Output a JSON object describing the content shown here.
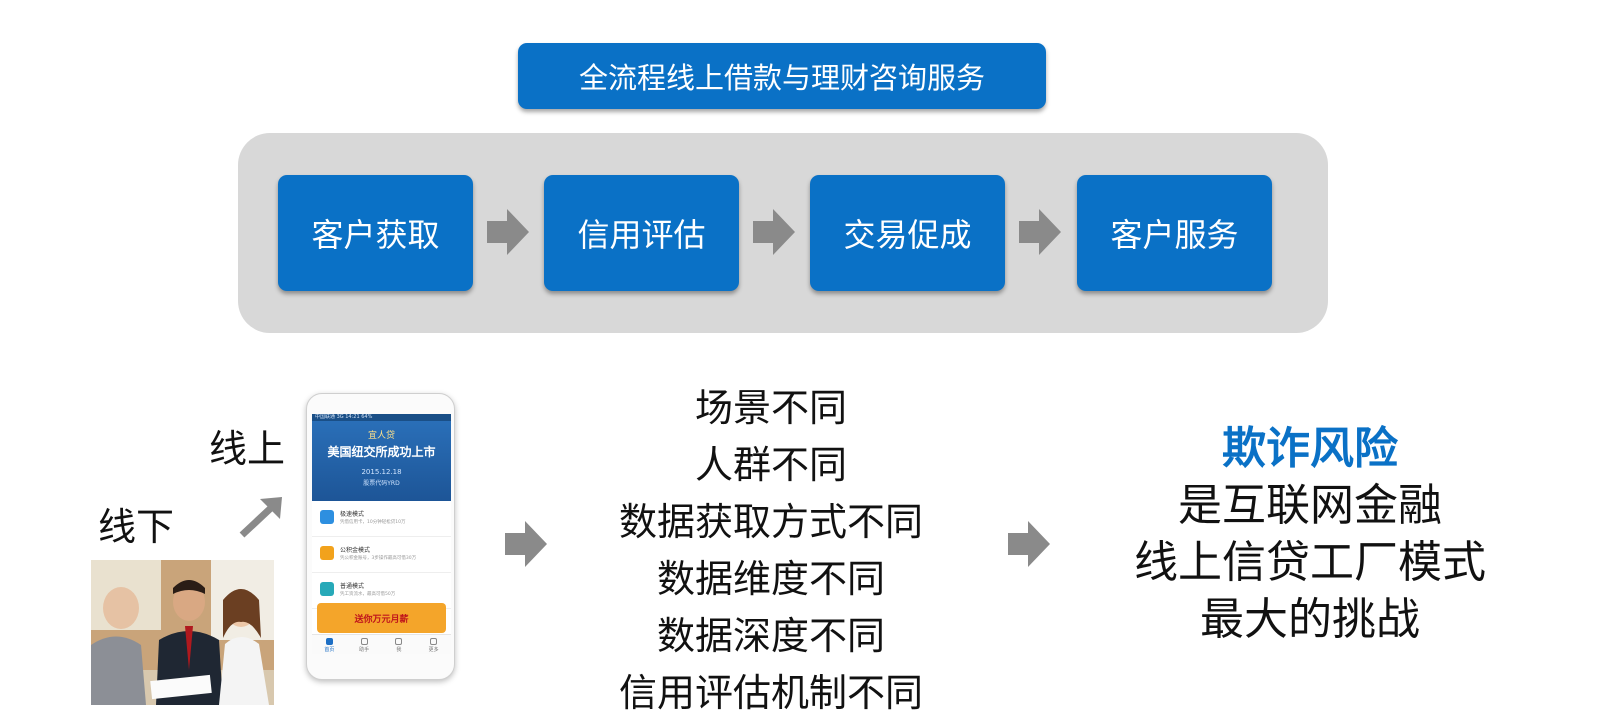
{
  "banner": {
    "text": "全流程线上借款与理财咨询服务"
  },
  "flow": {
    "steps": [
      "客户获取",
      "信用评估",
      "交易促成",
      "客户服务"
    ],
    "colors": {
      "step": "#0a71c6",
      "panel": "#d8d8d8",
      "arrow": "#8a8a8a"
    }
  },
  "channels": {
    "online": "线上",
    "offline": "线下"
  },
  "phone": {
    "status": "中国联通 3G  14:21  64%",
    "hero_brand": "宜人贷",
    "hero_title": "美国纽交所成功上市",
    "hero_date": "2015.12.18",
    "hero_code": "股票代码YRD",
    "rows": [
      {
        "title": "极速模式",
        "sub": "凭借信用卡，10分钟轻松贷10万",
        "icon_color": "#2d8fe0"
      },
      {
        "title": "公积金模式",
        "sub": "凭公积金账号，3步操作最高可借30万",
        "icon_color": "#f2a21c"
      },
      {
        "title": "普通模式",
        "sub": "凭工资流水，最高可借50万",
        "icon_color": "#27a9b8"
      }
    ],
    "promo": "送你万元月薪",
    "tabs": [
      "首页",
      "助手",
      "我",
      "更多"
    ]
  },
  "differences": [
    "场景不同",
    "人群不同",
    "数据获取方式不同",
    "数据维度不同",
    "数据深度不同",
    "信用评估机制不同"
  ],
  "conclusion": {
    "title": "欺诈风险",
    "lines": [
      "是互联网金融",
      "线上信贷工厂模式",
      "最大的挑战"
    ]
  }
}
